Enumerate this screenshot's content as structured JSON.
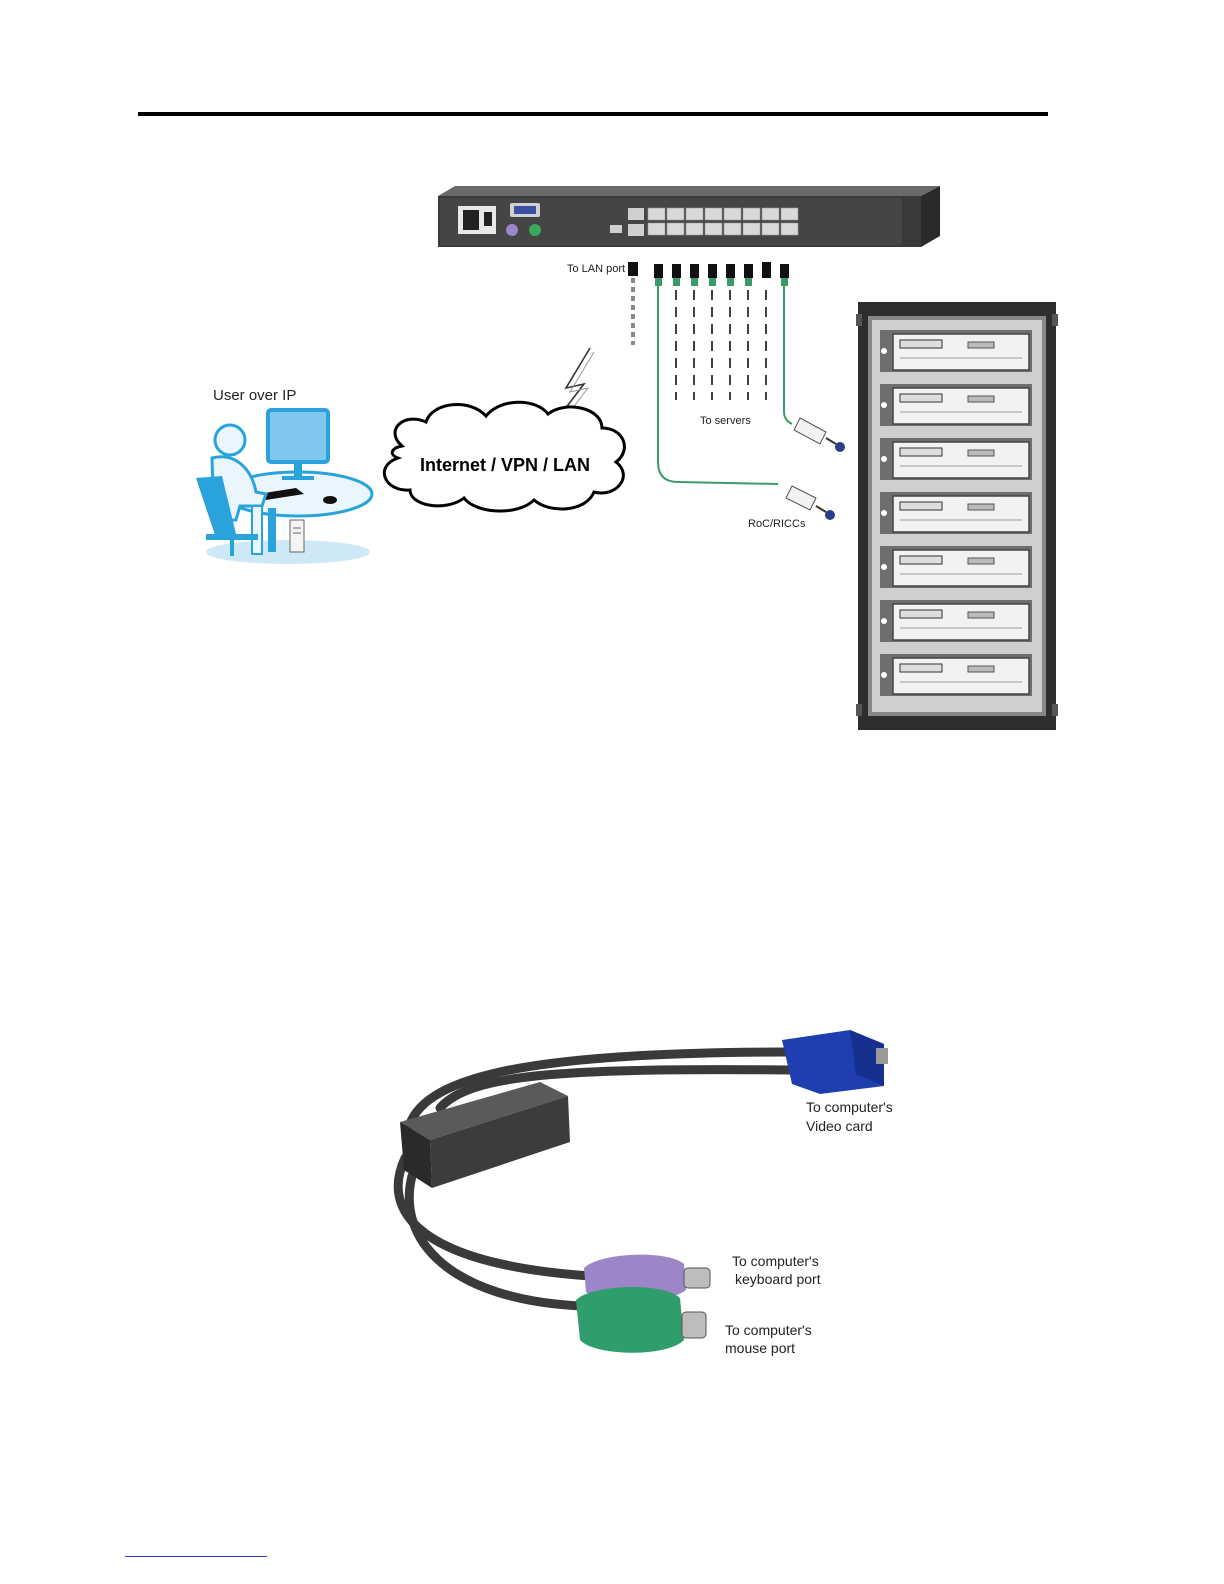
{
  "diagram": {
    "user_label": "User over IP",
    "network_label": "Internet / VPN / LAN",
    "lan_port_label": "To LAN  port",
    "servers_label": "To servers",
    "adapter_label": "RoC/RICCs"
  },
  "adapter_photo": {
    "video_label_line1": "To computer's",
    "video_label_line2": "Video card",
    "keyboard_label_line1": "To computer's",
    "keyboard_label_line2": "keyboard port",
    "mouse_label_line1": "To computer's",
    "mouse_label_line2": "mouse port"
  },
  "colors": {
    "switch_body": "#3a3a3a",
    "cable_green": "#3a9a6a",
    "user_blue": "#2aa3dc",
    "ps2_purple": "#9d86c8",
    "ps2_green": "#2f9e6c",
    "vga_blue": "#1f3fb0",
    "footer_rule": "#2a45c8"
  }
}
